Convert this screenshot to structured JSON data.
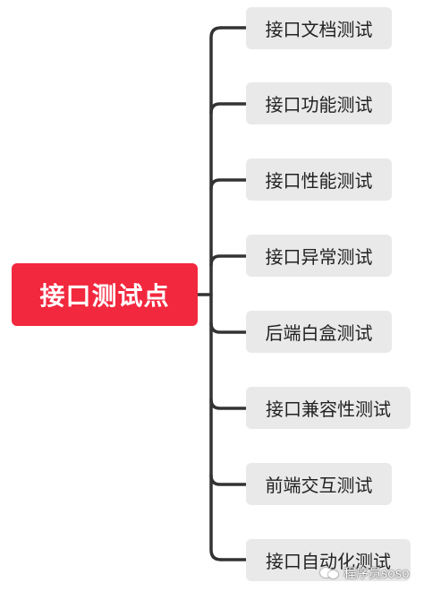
{
  "root": {
    "label": "接口测试点",
    "color": "#f2283e"
  },
  "children": [
    {
      "label": "接口文档测试"
    },
    {
      "label": "接口功能测试"
    },
    {
      "label": "接口性能测试"
    },
    {
      "label": "接口异常测试"
    },
    {
      "label": "后端白盒测试"
    },
    {
      "label": "接口兼容性测试"
    },
    {
      "label": "前端交互测试"
    },
    {
      "label": "接口自动化测试"
    }
  ],
  "watermark": {
    "text": "程序员soso",
    "icon": "wechat-icon"
  },
  "colors": {
    "child_background": "#e9e9e9",
    "connector": "#333333"
  }
}
